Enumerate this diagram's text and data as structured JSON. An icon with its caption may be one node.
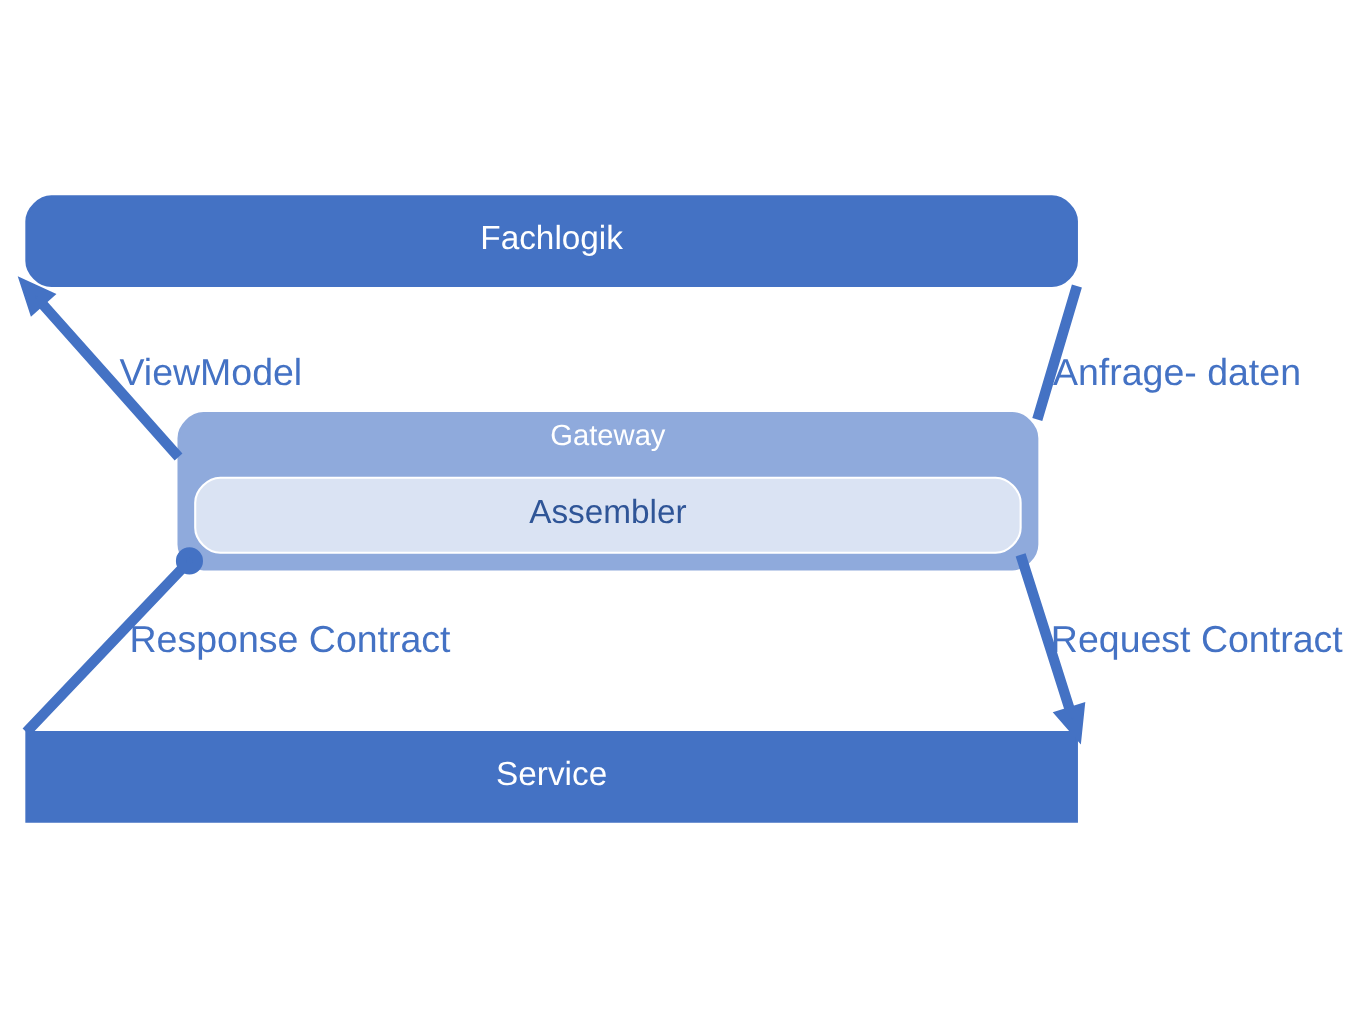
{
  "diagram": {
    "nodes": [
      {
        "text": [
          "Fachlogik"
        ]
      },
      {
        "text": [
          "Gateway"
        ]
      },
      {
        "text": [
          "Assembler"
        ],
        "in": 1
      },
      {
        "text": [
          "Service"
        ]
      }
    ],
    "edges": [
      {
        "from": 0,
        "to": 1,
        "arrow": "none",
        "label": "Anfrage- daten"
      },
      {
        "from": 1,
        "to": 0,
        "arrow": "to",
        "label": "ViewModel"
      },
      {
        "from": 3,
        "to": 2,
        "arrow": "other",
        "label": "Response Contract"
      },
      {
        "from": 2,
        "to": 3,
        "arrow": "to",
        "label": "Request Contract"
      }
    ]
  }
}
